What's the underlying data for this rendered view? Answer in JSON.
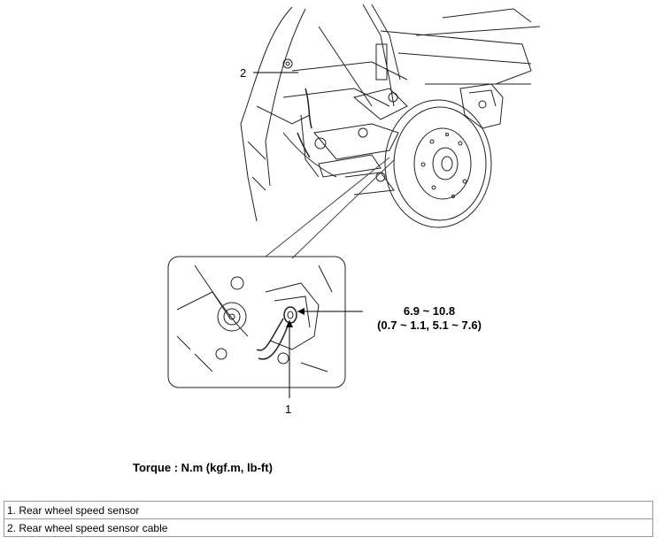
{
  "callouts": {
    "one": "1",
    "two": "2"
  },
  "torque_spec": {
    "value": "6.9 ~ 10.8",
    "alt": "(0.7 ~ 1.1, 5.1 ~ 7.6)"
  },
  "torque_label": "Torque : N.m (kgf.m, lb-ft)",
  "legend": [
    "1. Rear wheel speed sensor",
    "2. Rear wheel speed sensor cable"
  ]
}
